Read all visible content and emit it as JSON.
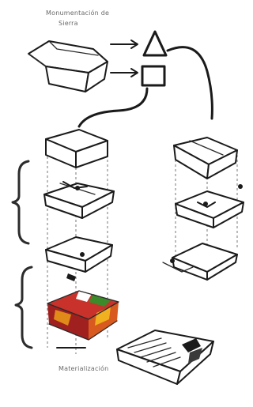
{
  "labels": {
    "top_line1": "Monumentación de",
    "top_line2": "Sierra",
    "bottom": "Materialización"
  }
}
